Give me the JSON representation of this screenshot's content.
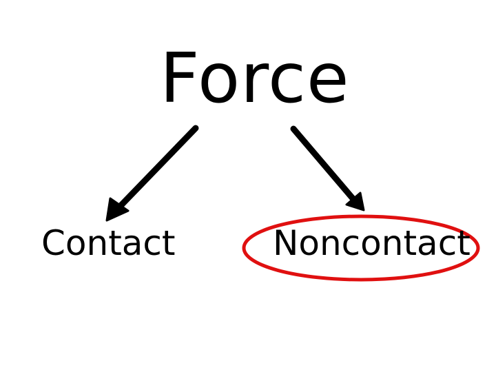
{
  "diagram": {
    "title": "Force",
    "branches": [
      {
        "label": "Contact",
        "highlighted": false
      },
      {
        "label": "Noncontact",
        "highlighted": true
      }
    ],
    "colors": {
      "text": "#000000",
      "arrow": "#000000",
      "highlight": "#e01010",
      "background": "#ffffff"
    }
  }
}
